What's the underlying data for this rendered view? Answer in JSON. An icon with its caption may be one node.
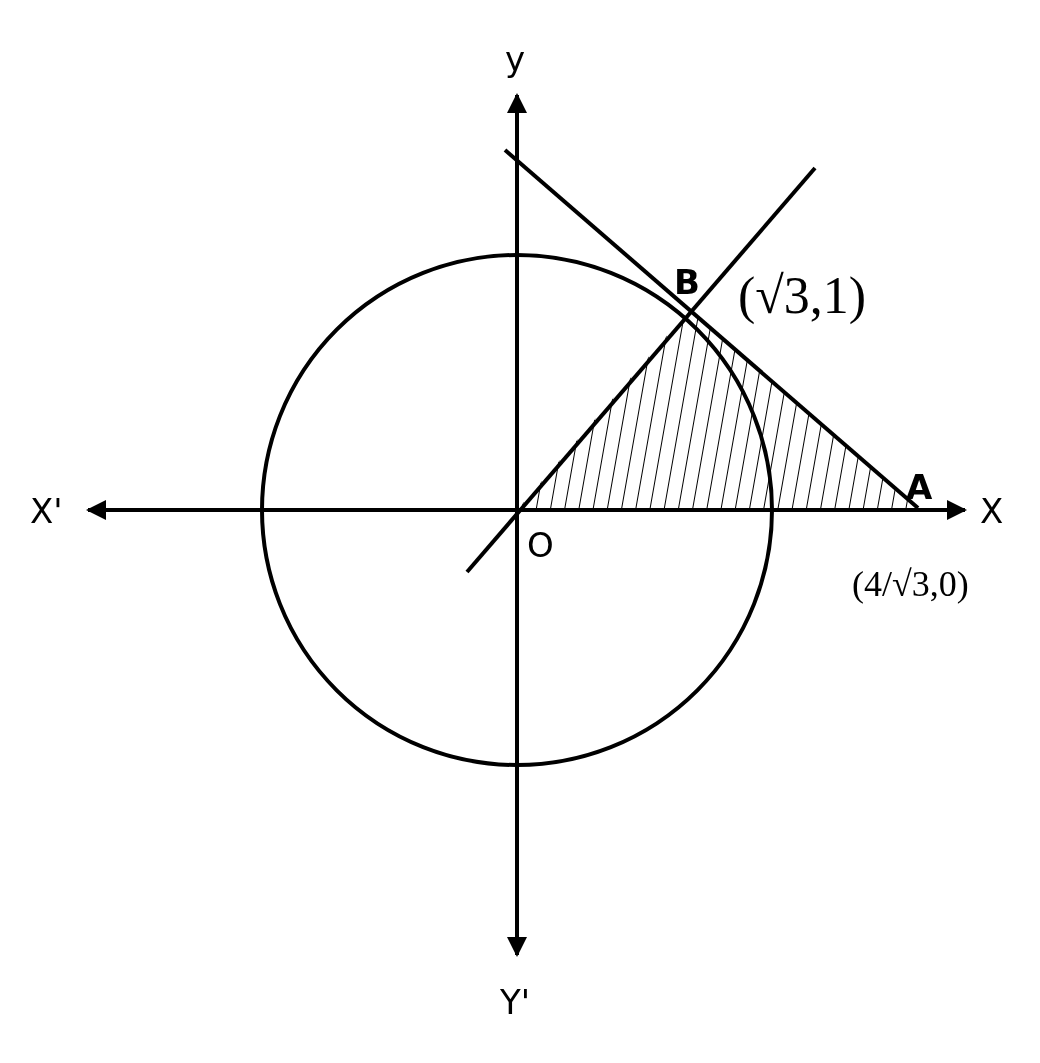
{
  "diagram": {
    "labels": [
      "y",
      "B",
      "(√3,1)",
      "X'",
      "A",
      "X",
      "O",
      "(4/√3,0)",
      "Y'"
    ]
  }
}
